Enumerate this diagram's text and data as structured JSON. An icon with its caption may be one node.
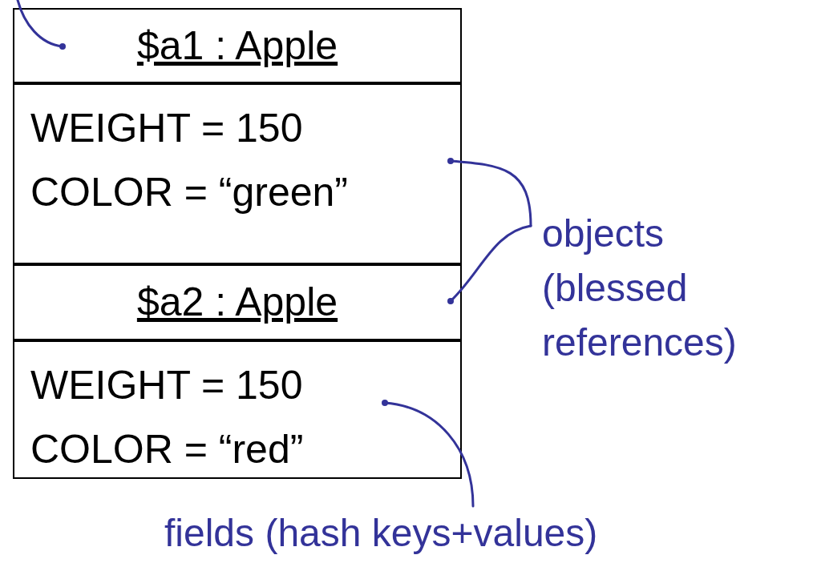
{
  "diagram": {
    "nodes": [
      {
        "text": [
          "$a1 : Apple"
        ]
      },
      {
        "text": [
          "WEIGHT = 150",
          "COLOR = “green”"
        ]
      },
      {
        "text": [
          "$a2 : Apple"
        ]
      },
      {
        "text": [
          "WEIGHT = 150",
          "COLOR = “red”"
        ]
      },
      {
        "text": [
          "objects (blessed references)"
        ]
      },
      {
        "text": [
          "fields (hash keys+values)"
        ]
      }
    ],
    "edges": [
      {
        "from": null,
        "to": 0,
        "arrow": "other"
      },
      {
        "from": 4,
        "to": 1,
        "arrow": "other"
      },
      {
        "from": 4,
        "to": 2,
        "arrow": "other"
      },
      {
        "from": 5,
        "to": 3,
        "arrow": "other"
      }
    ]
  }
}
